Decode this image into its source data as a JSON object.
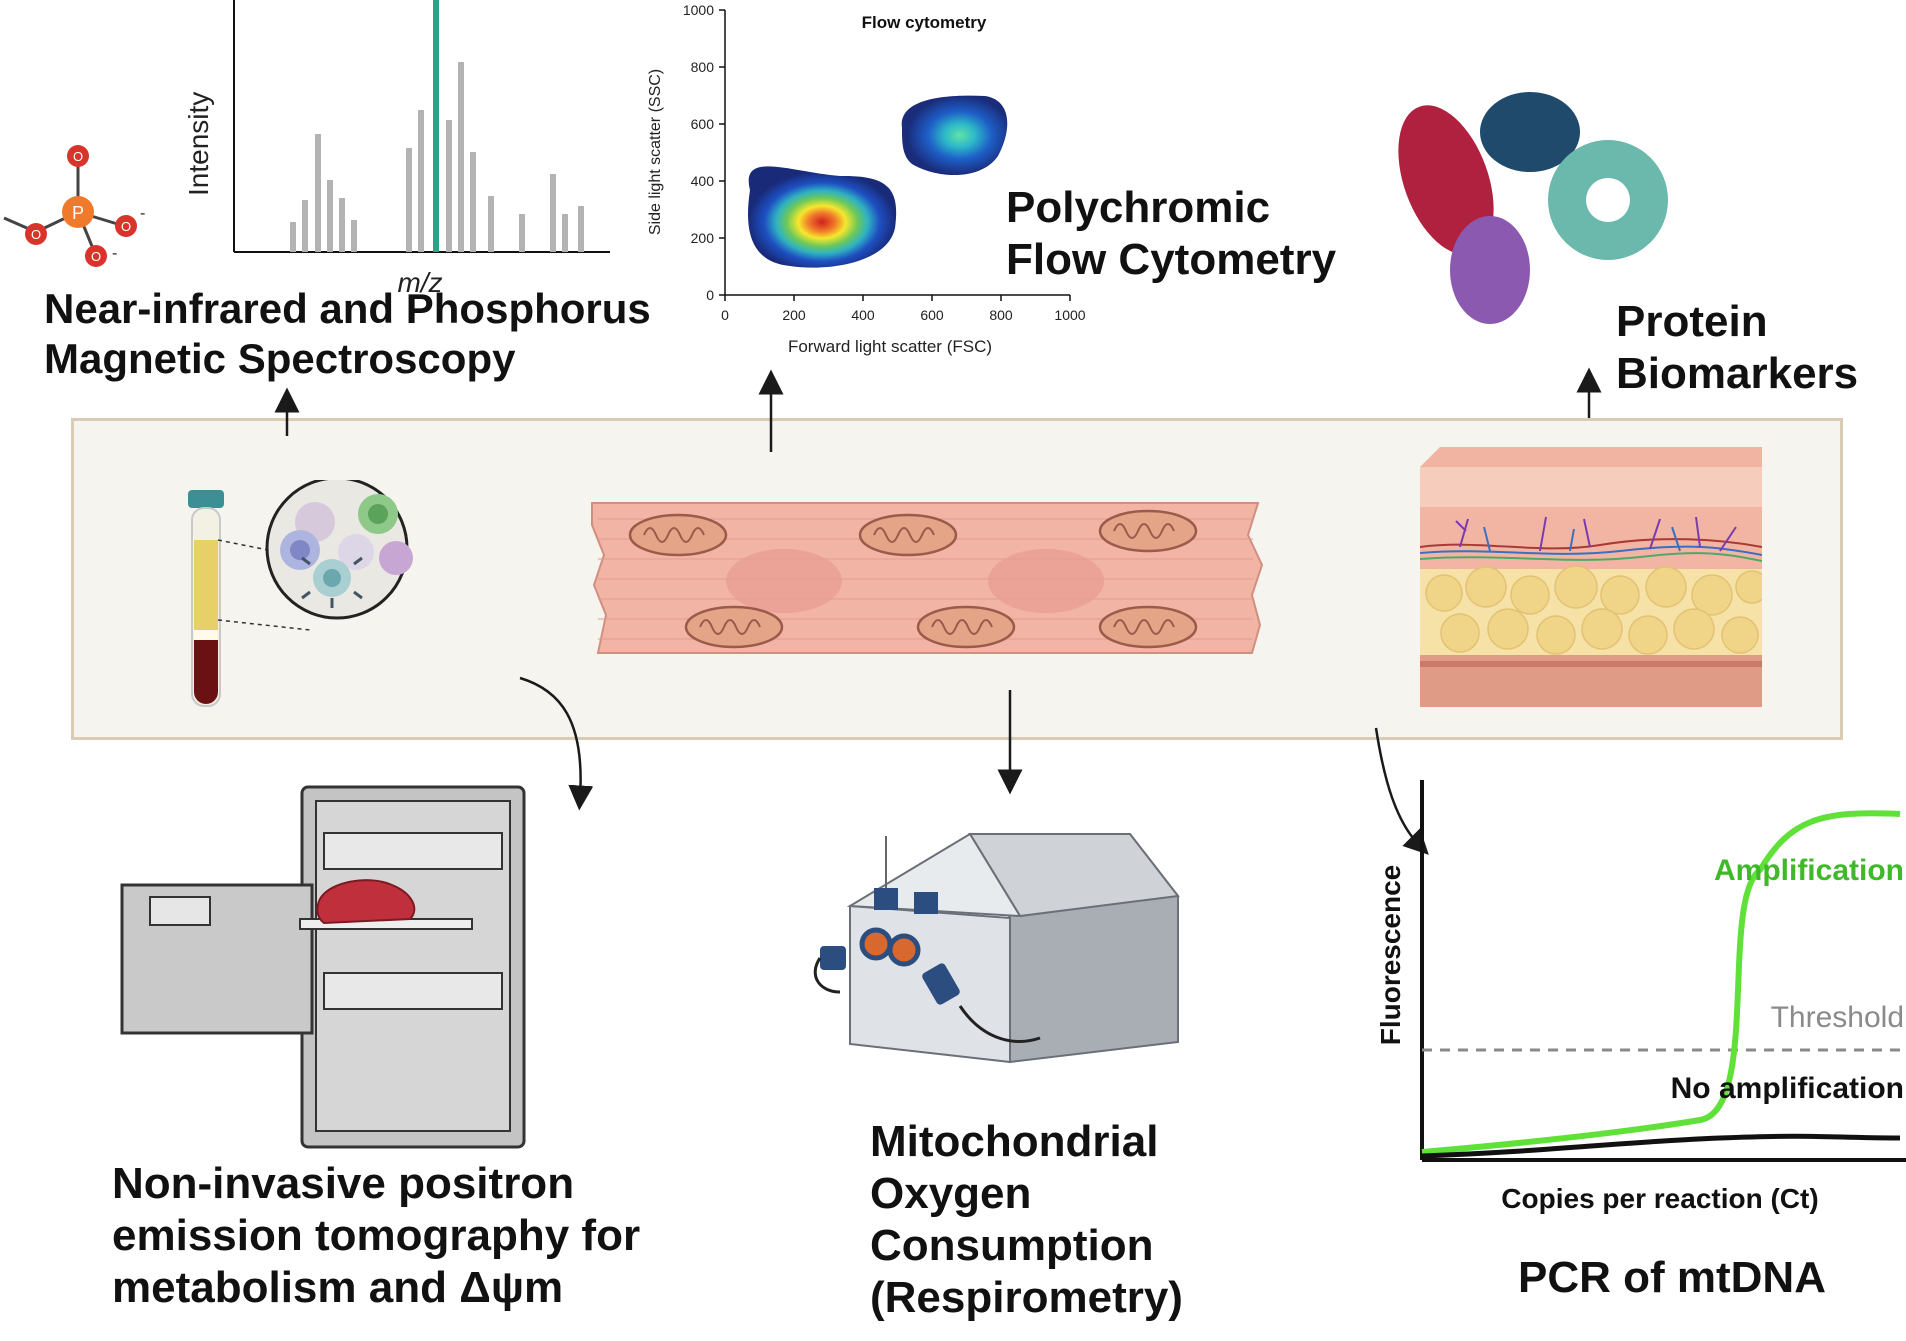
{
  "labels": {
    "nir_line1": "Near-infrared and Phosphorus",
    "nir_line2": "Magnetic Spectroscopy",
    "flow_line1": "Polychromic",
    "flow_line2": "Flow Cytometry",
    "protein_line1": "Protein",
    "protein_line2": "Biomarkers",
    "pet_line1": "Non-invasive positron",
    "pet_line2": "emission tomography for",
    "pet_line3": "metabolism and Δψm",
    "resp_line1": "Mitochondrial",
    "resp_line2": "Oxygen",
    "resp_line3": "Consumption",
    "resp_line4": "(Respirometry)",
    "pcr_title": "PCR of mtDNA"
  },
  "mass_spec": {
    "ylabel": "Intensity",
    "xlabel": "m/z",
    "highlight_color": "#2aa387"
  },
  "molecule": {
    "center_atom": "P",
    "oxygen_atom": "O",
    "charge_symbol": "-"
  },
  "flow_plot": {
    "title": "Flow cytometry",
    "xlabel": "Forward light scatter (FSC)",
    "ylabel": "Side light scatter (SSC)",
    "x_ticks": [
      "0",
      "200",
      "400",
      "600",
      "800",
      "1000"
    ],
    "y_ticks": [
      "0",
      "200",
      "400",
      "600",
      "800",
      "1000"
    ]
  },
  "pcr_plot": {
    "ylabel": "Fluorescence",
    "xlabel": "Copies per reaction (Ct)",
    "amplification": "Amplification",
    "threshold": "Threshold",
    "no_amplification": "No amplification",
    "amplification_color": "#5fe13a",
    "threshold_color": "#8a8a8a"
  }
}
